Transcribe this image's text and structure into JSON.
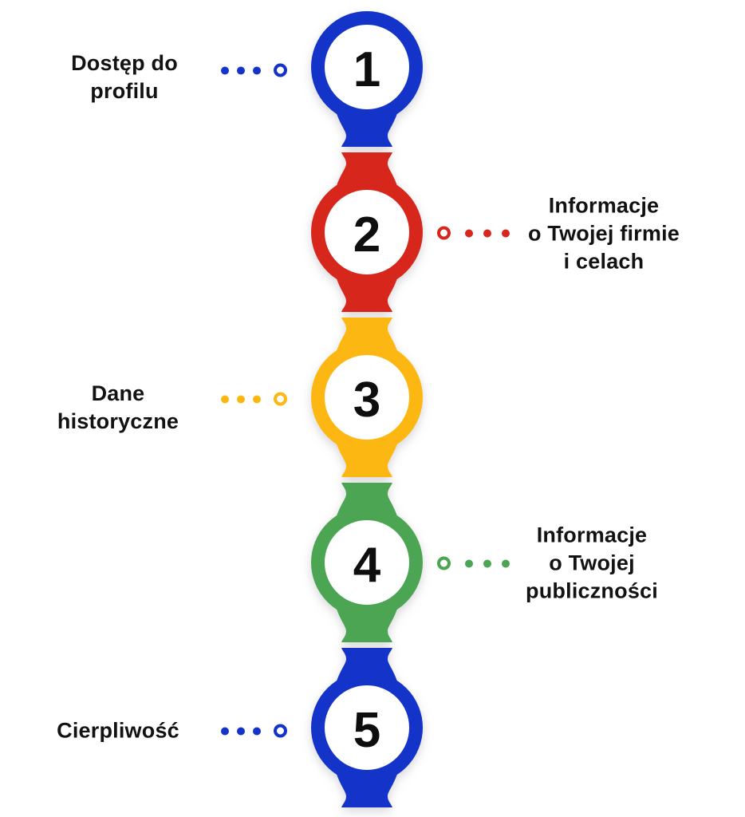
{
  "figure": {
    "type": "vertical-step-infographic",
    "background_color": "#ffffff",
    "text_color": "#121212",
    "leader_style": {
      "filled_dots": 3,
      "open_rings": 1,
      "open_ring_nearest_node": true
    },
    "steps": [
      {
        "number": "1",
        "side": "left",
        "color": "#1433c8",
        "color_name": "blue",
        "lines": [
          "Dostęp do",
          "profilu"
        ]
      },
      {
        "number": "2",
        "side": "right",
        "color": "#d7271d",
        "color_name": "red",
        "lines": [
          "Informacje",
          "o Twojej firmie",
          "i celach"
        ]
      },
      {
        "number": "3",
        "side": "left",
        "color": "#fcb713",
        "color_name": "yellow",
        "lines": [
          "Dane",
          "historyczne"
        ]
      },
      {
        "number": "4",
        "side": "right",
        "color": "#4ba552",
        "color_name": "green",
        "lines": [
          "Informacje",
          "o Twojej",
          "publiczności"
        ]
      },
      {
        "number": "5",
        "side": "left",
        "color": "#1433c8",
        "color_name": "blue",
        "lines": [
          "Cierpliwość"
        ]
      }
    ]
  }
}
